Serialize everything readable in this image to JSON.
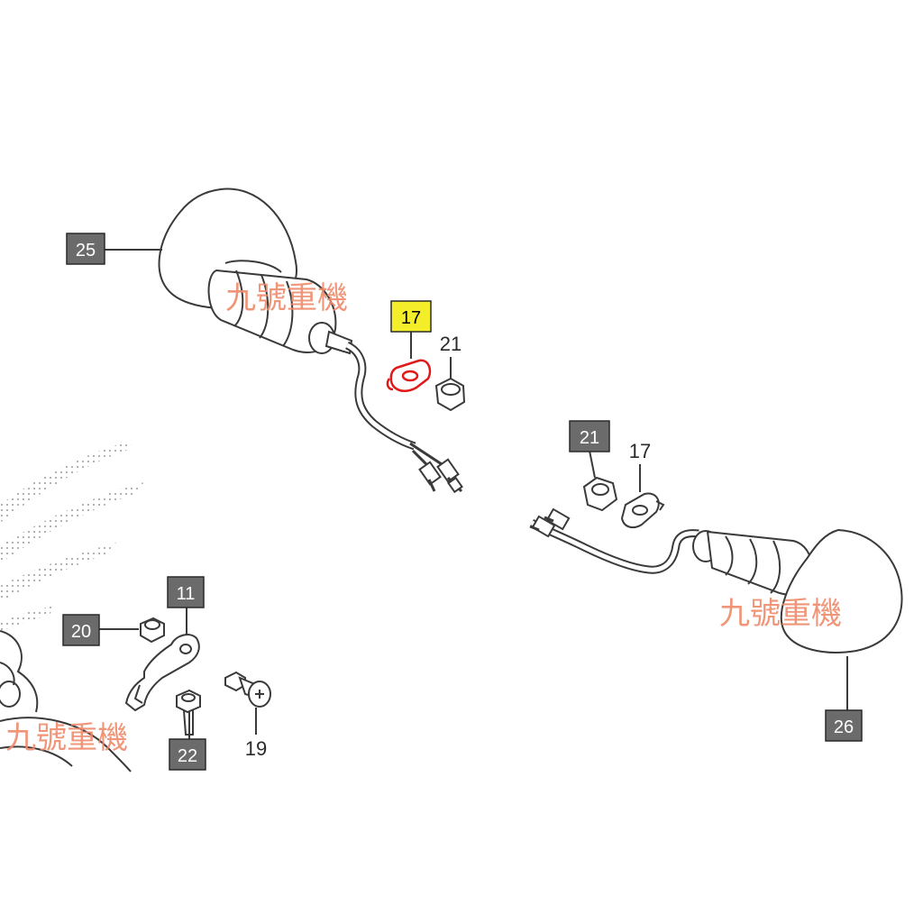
{
  "callouts": {
    "c25": "25",
    "c17_hi": "17",
    "c21_a": "21",
    "c21_b": "21",
    "c17_b": "17",
    "c26": "26",
    "c11": "11",
    "c20": "20",
    "c22": "22",
    "c19": "19"
  },
  "watermark": {
    "text1": "九號重機",
    "text2": "九號重機",
    "text3": "九號重機"
  },
  "colors": {
    "line": "#3a3a3a",
    "box_fill": "#6b6b6b",
    "highlight_fill": "#f4ee2a",
    "highlight_part": "#e01919",
    "watermark": "#f08a6a"
  }
}
